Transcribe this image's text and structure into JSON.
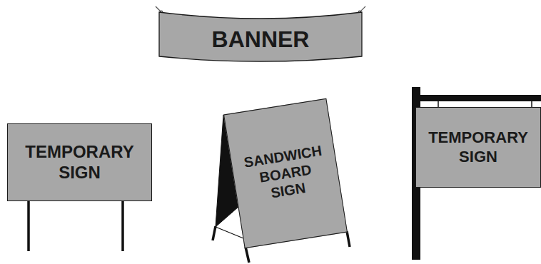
{
  "diagram": {
    "nodes": [
      {
        "text": [
          "BANNER"
        ]
      },
      {
        "text": [
          "TEMPORARY SIGN"
        ]
      },
      {
        "text": [
          "SANDWICH BOARD SIGN"
        ]
      },
      {
        "text": [
          "TEMPORARY SIGN"
        ]
      }
    ]
  }
}
